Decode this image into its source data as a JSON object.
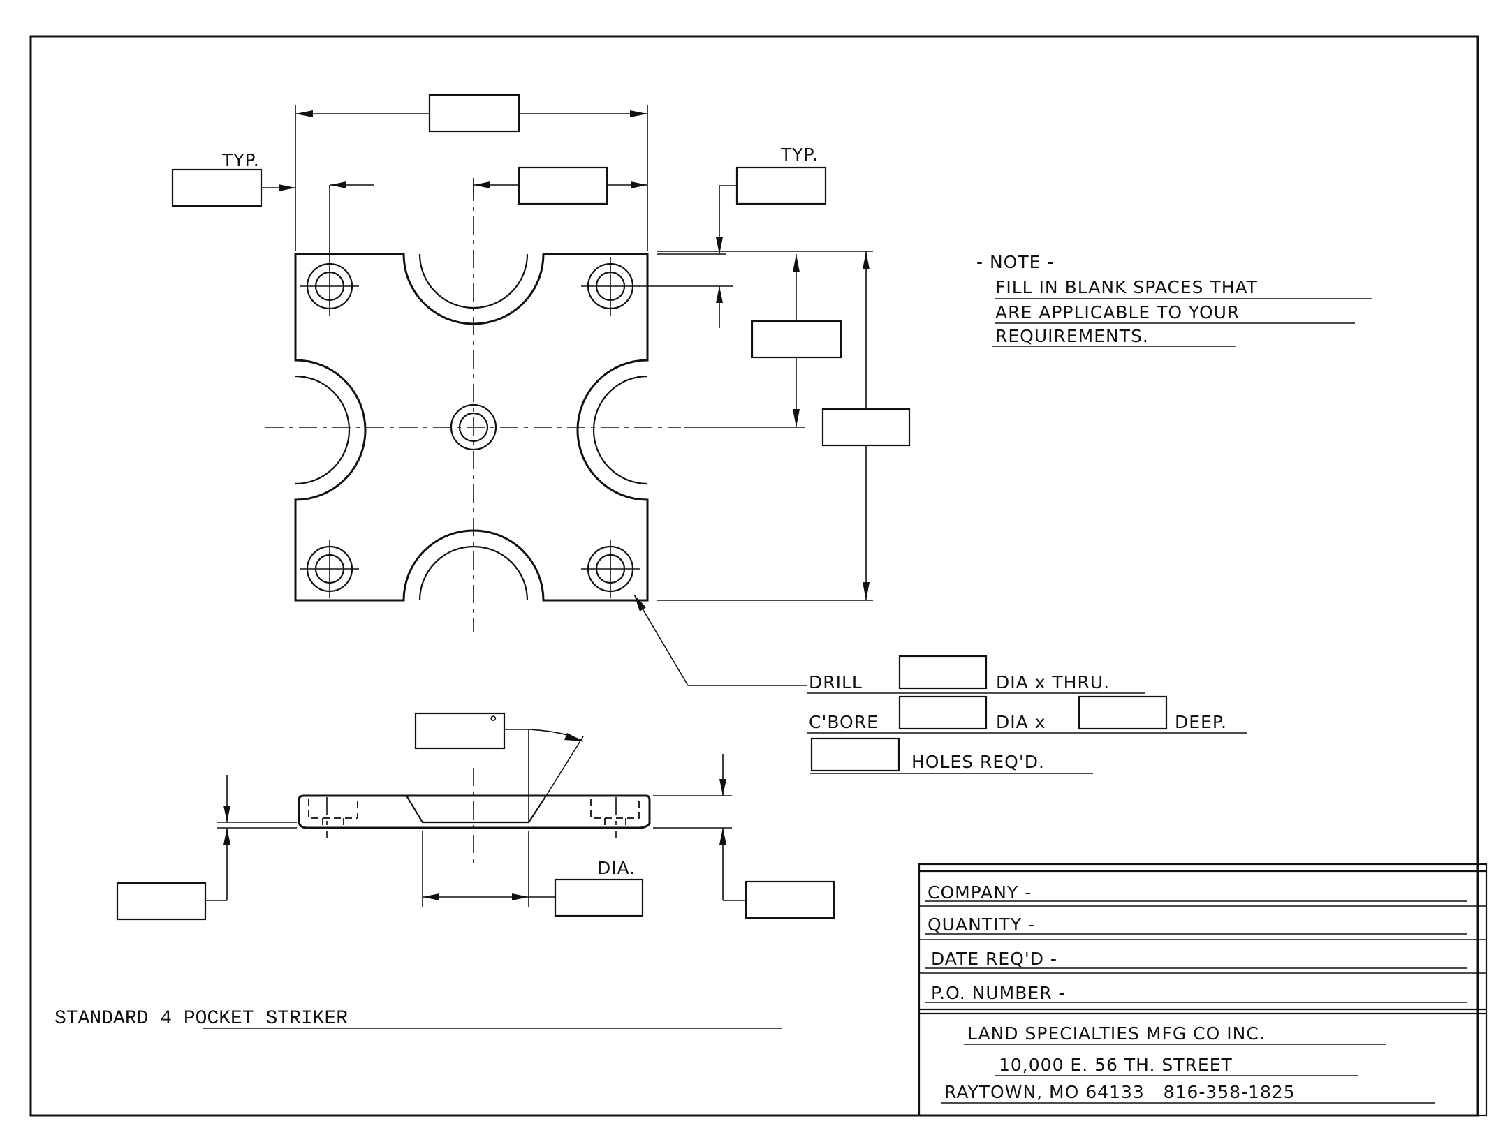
{
  "drawing": {
    "top_view": {
      "typ_left": "TYP.",
      "typ_right": "TYP."
    },
    "note": {
      "heading": "- NOTE -",
      "line1": "FILL IN BLANK SPACES THAT",
      "line2": "ARE APPLICABLE TO YOUR",
      "line3": "REQUIREMENTS."
    },
    "hole_callout": {
      "drill": "DRILL",
      "dia_thru": "DIA x THRU.",
      "cbore": "C'BORE",
      "dia_x": "DIA x",
      "deep": "DEEP.",
      "holes_reqd": "HOLES REQ'D."
    },
    "side_view": {
      "angle_symbol": "°",
      "dia_label": "DIA."
    },
    "part_title": "STANDARD 4 POCKET STRIKER"
  },
  "title_block": {
    "company": "COMPANY -",
    "quantity": "QUANTITY -",
    "date_reqd": "DATE REQ'D -",
    "po_number": "P.O. NUMBER -",
    "maker_line1": "LAND SPECIALTIES MFG CO INC.",
    "maker_line2": "10,000 E. 56 TH. STREET",
    "maker_line3": "RAYTOWN, MO 64133   816-358-1825"
  }
}
